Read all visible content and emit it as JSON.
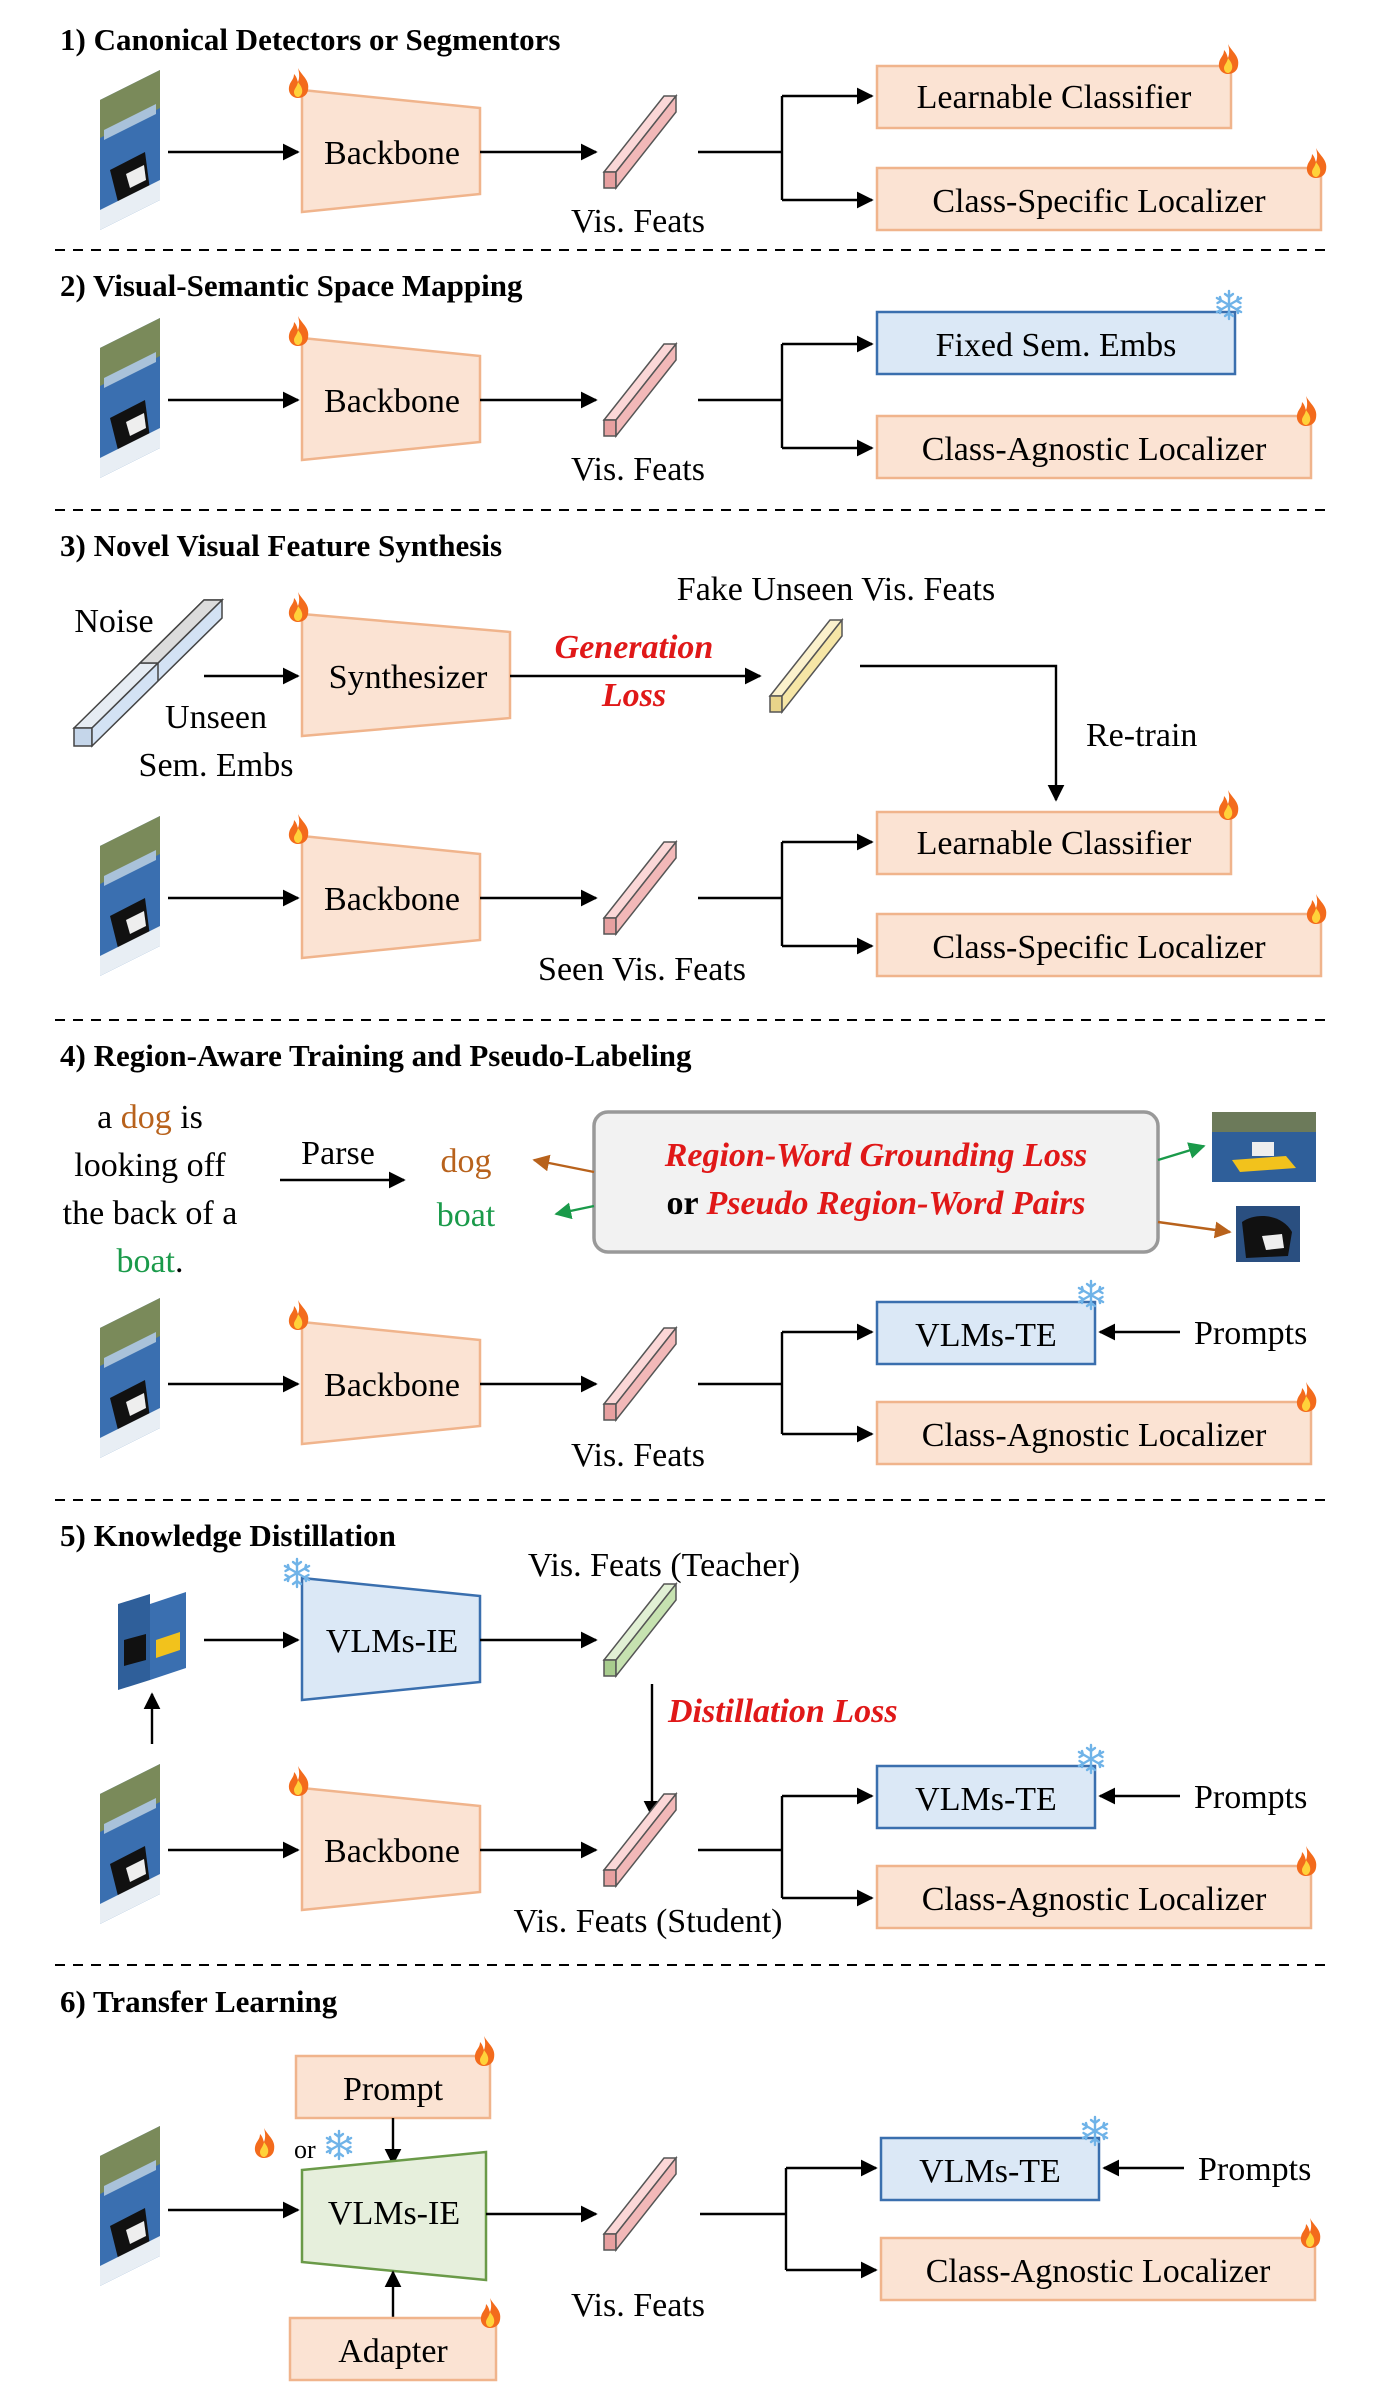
{
  "sections": [
    {
      "heading": "1) Canonical Detectors or Segmentors",
      "encoder": "Backbone",
      "feat_label": "Vis. Feats",
      "head_top": "Learnable Classifier",
      "head_bottom": "Class-Specific Localizer"
    },
    {
      "heading": "2) Visual-Semantic Space Mapping",
      "encoder": "Backbone",
      "feat_label": "Vis. Feats",
      "head_top": "Fixed Sem. Embs",
      "head_bottom": "Class-Agnostic Localizer"
    },
    {
      "heading": "3) Novel Visual Feature Synthesis",
      "noise_label": "Noise",
      "sem_label_1": "Unseen",
      "sem_label_2": "Sem. Embs",
      "synth": "Synthesizer",
      "loss_1": "Generation",
      "loss_2": "Loss",
      "fake_label": "Fake Unseen Vis. Feats",
      "retrain": "Re-train",
      "encoder": "Backbone",
      "feat_label": "Seen Vis. Feats",
      "head_top": "Learnable Classifier",
      "head_bottom": "Class-Specific Localizer"
    },
    {
      "heading": "4) Region-Aware Training and Pseudo-Labeling",
      "caption": {
        "l1_a": "a ",
        "l1_b": "dog",
        "l1_c": " is",
        "l2": "looking off",
        "l3": "the back of a",
        "l4_a": "boat",
        "l4_b": "."
      },
      "parse": "Parse",
      "word_1": "dog",
      "word_2": "boat",
      "ground_1": "Region-Word Grounding Loss",
      "ground_or": "or ",
      "ground_2": "Pseudo Region-Word Pairs",
      "encoder": "Backbone",
      "feat_label": "Vis. Feats",
      "head_top": "VLMs-TE",
      "prompts": "Prompts",
      "head_bottom": "Class-Agnostic Localizer"
    },
    {
      "heading": "5) Knowledge Distillation",
      "teacher": "VLMs-IE",
      "teacher_feat": "Vis. Feats (Teacher)",
      "loss": "Distillation Loss",
      "encoder": "Backbone",
      "feat_label": "Vis. Feats (Student)",
      "head_top": "VLMs-TE",
      "prompts": "Prompts",
      "head_bottom": "Class-Agnostic Localizer"
    },
    {
      "heading": "6) Transfer Learning",
      "prompt_box": "Prompt",
      "or_word": "or",
      "encoder": "VLMs-IE",
      "adapter": "Adapter",
      "feat_label": "Vis. Feats",
      "head_top": "VLMs-TE",
      "prompts": "Prompts",
      "head_bottom": "Class-Agnostic Localizer"
    }
  ],
  "colors": {
    "orange_fill": "#fbe3d3",
    "orange_stroke": "#f0b48c",
    "blue_fill": "#dbe8f6",
    "blue_stroke": "#3a6fae",
    "green_fill": "#e6efdc",
    "green_stroke": "#6a9a48",
    "pink_feat": "#f2b8b8",
    "yellow_feat": "#f6e6a6",
    "green_feat": "#c6e2b0",
    "blue_feat": "#d3e2f4",
    "loss_red": "#e01818",
    "word_orange": "#b8621c",
    "word_green": "#1a9a4a"
  },
  "icons": {
    "trainable": "fire-icon",
    "frozen": "snowflake-icon"
  }
}
